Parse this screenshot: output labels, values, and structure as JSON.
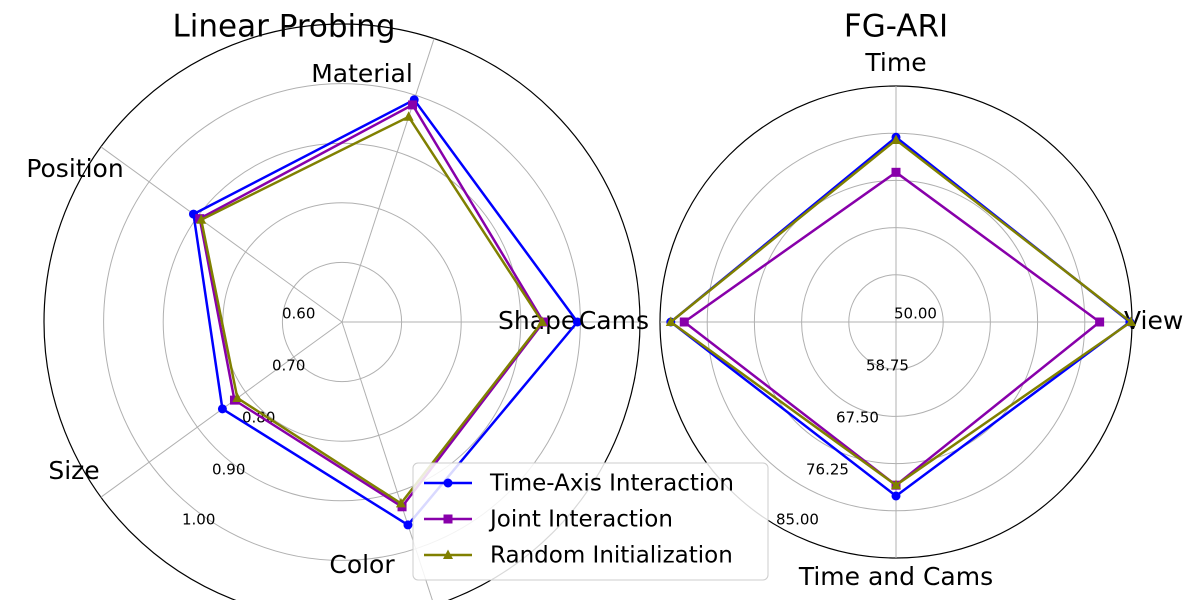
{
  "chart_data": [
    {
      "type": "radar",
      "title": "Linear Probing",
      "axes": [
        "Shape",
        "Material",
        "Position",
        "Size",
        "Color"
      ],
      "rlim": [
        0.5,
        1.0
      ],
      "ticks": [
        0.6,
        0.7,
        0.8,
        0.9,
        1.0
      ],
      "tick_labels": [
        "0.60",
        "0.70",
        "0.80",
        "0.90",
        "1.00"
      ],
      "grid": true,
      "series": [
        {
          "name": "Time-Axis Interaction",
          "values": [
            0.895,
            0.892,
            0.808,
            0.748,
            0.858
          ],
          "color": "#0000ff",
          "marker": "circle"
        },
        {
          "name": "Joint Interaction",
          "values": [
            0.838,
            0.883,
            0.795,
            0.723,
            0.826
          ],
          "color": "#8800aa",
          "marker": "square"
        },
        {
          "name": "Random Initialization",
          "values": [
            0.836,
            0.862,
            0.792,
            0.717,
            0.82
          ],
          "color": "#808000",
          "marker": "triangle"
        }
      ]
    },
    {
      "type": "radar",
      "title": "FG-ARI",
      "axes": [
        "View",
        "Time",
        "Cams",
        "Time and Cams"
      ],
      "rlim": [
        41.25,
        85.0
      ],
      "ticks": [
        50.0,
        58.75,
        67.5,
        76.25,
        85.0
      ],
      "tick_labels": [
        "50.00",
        "58.75",
        "67.50",
        "76.25",
        "85.00"
      ],
      "grid": true,
      "series": [
        {
          "name": "Time-Axis Interaction",
          "values": [
            84.6,
            75.5,
            83.0,
            73.5
          ],
          "color": "#0000ff",
          "marker": "circle"
        },
        {
          "name": "Joint Interaction",
          "values": [
            79.0,
            69.0,
            80.5,
            71.5
          ],
          "color": "#8800aa",
          "marker": "square"
        },
        {
          "name": "Random Initialization",
          "values": [
            84.8,
            75.0,
            83.0,
            71.5
          ],
          "color": "#808000",
          "marker": "triangle"
        }
      ]
    }
  ],
  "legend": {
    "placement": "bottom-center",
    "entries": [
      "Time-Axis Interaction",
      "Joint Interaction",
      "Random Initialization"
    ]
  }
}
